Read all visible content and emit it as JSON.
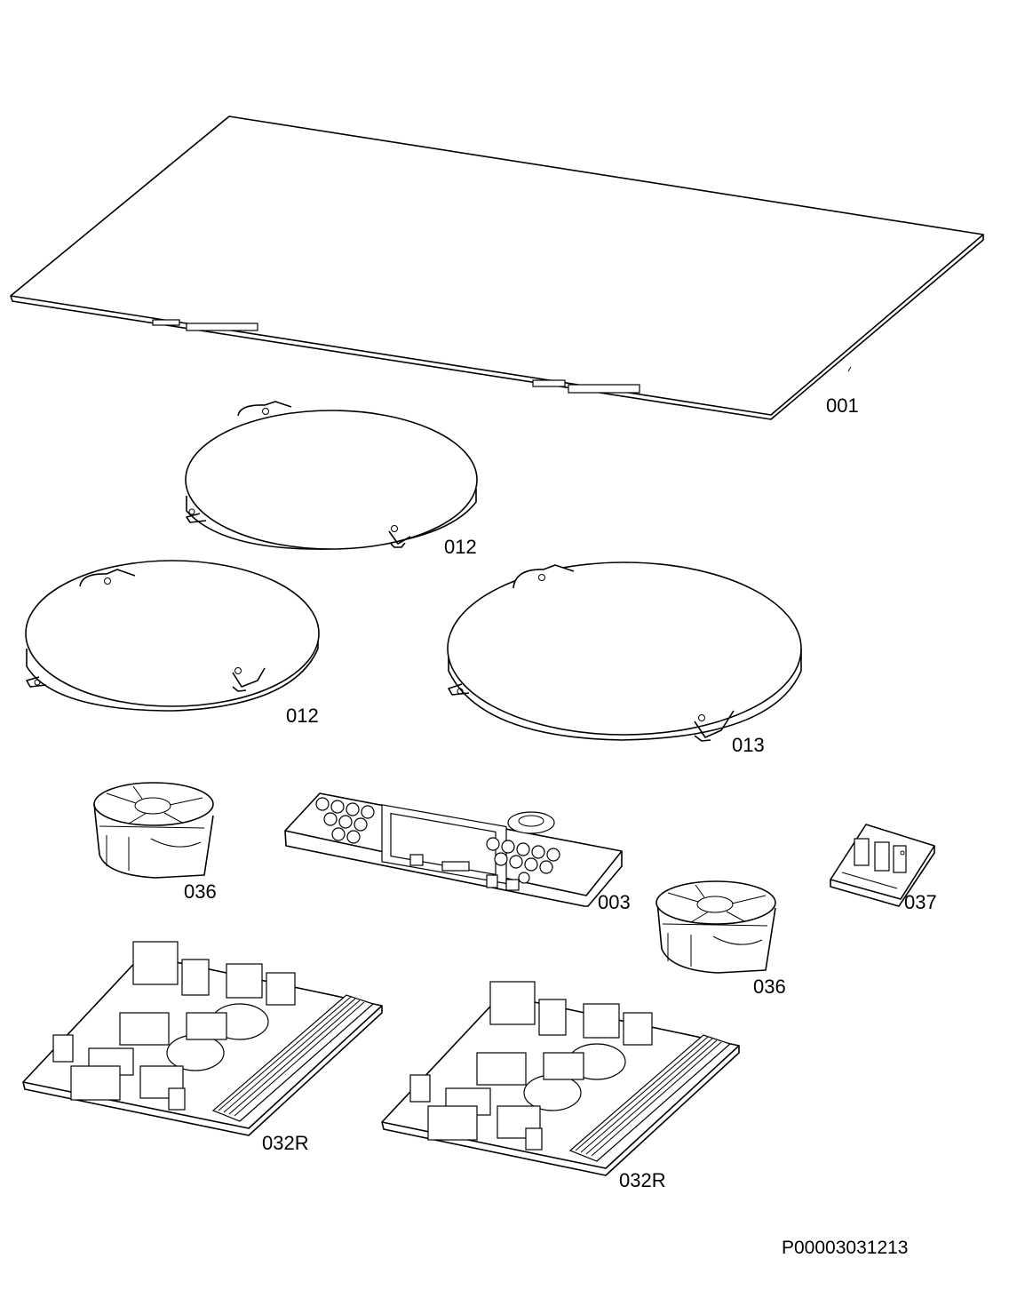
{
  "parts": [
    {
      "id": "001",
      "label": "001",
      "name": "glass ceramic top"
    },
    {
      "id": "012a",
      "label": "012",
      "name": "induction coil"
    },
    {
      "id": "012b",
      "label": "012",
      "name": "induction coil"
    },
    {
      "id": "013",
      "label": "013",
      "name": "induction coil large"
    },
    {
      "id": "036a",
      "label": "036",
      "name": "cooling fan"
    },
    {
      "id": "003",
      "label": "003",
      "name": "control board"
    },
    {
      "id": "037",
      "label": "037",
      "name": "terminal block"
    },
    {
      "id": "036b",
      "label": "036",
      "name": "cooling fan"
    },
    {
      "id": "032a",
      "label": "032R",
      "name": "power board"
    },
    {
      "id": "032b",
      "label": "032R",
      "name": "power board"
    }
  ],
  "drawing_number": "P00003031213"
}
